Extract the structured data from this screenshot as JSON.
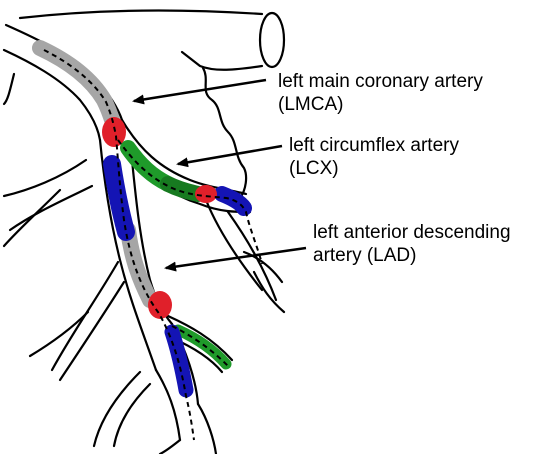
{
  "labels": {
    "lmca": {
      "line1": "left main coronary artery",
      "line2": "(LMCA)"
    },
    "lcx": {
      "line1": "left circumflex artery",
      "line2": "(LCX)"
    },
    "lad": {
      "line1": "left anterior descending",
      "line2": "artery (LAD)"
    }
  },
  "segment_colors": {
    "proximal": "#a6a6a6",
    "stenosis": "#e0202a",
    "lcx_segment": "#1f9a2a",
    "lad_segment": "#1414b4",
    "outline": "#000000"
  }
}
